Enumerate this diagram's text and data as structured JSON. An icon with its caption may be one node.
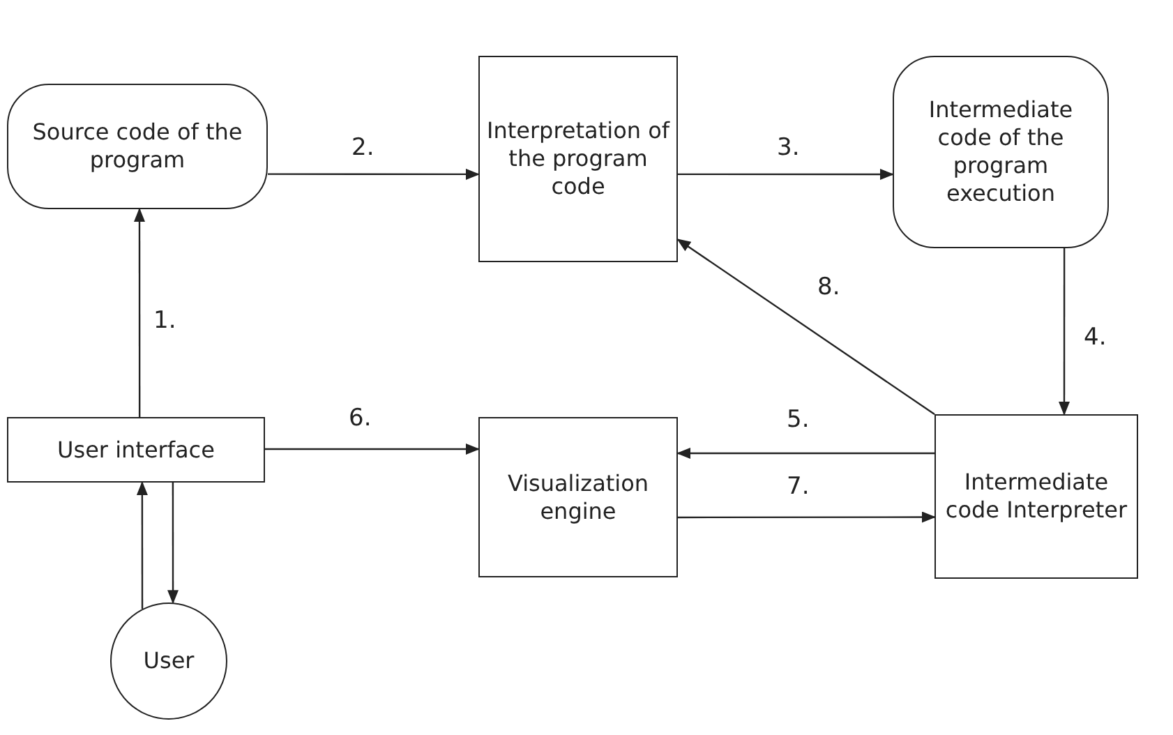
{
  "diagram": {
    "nodes": [
      {
        "text": [
          "Source code of the program"
        ]
      },
      {
        "text": [
          "Interpretation of the program code"
        ]
      },
      {
        "text": [
          "Intermediate code of the program execution"
        ]
      },
      {
        "text": [
          "User interface"
        ]
      },
      {
        "text": [
          "Visualization engine"
        ]
      },
      {
        "text": [
          "Intermediate code Interpreter"
        ]
      },
      {
        "text": [
          "User"
        ]
      }
    ],
    "edges": [
      {
        "from": 3,
        "to": 0,
        "label": "1.",
        "arrow": "to"
      },
      {
        "from": 0,
        "to": 1,
        "label": "2.",
        "arrow": "to"
      },
      {
        "from": 1,
        "to": 2,
        "label": "3.",
        "arrow": "to"
      },
      {
        "from": 2,
        "to": 5,
        "label": "4.",
        "arrow": "to"
      },
      {
        "from": 5,
        "to": 4,
        "label": "5.",
        "arrow": "to"
      },
      {
        "from": 3,
        "to": 4,
        "label": "6.",
        "arrow": "to"
      },
      {
        "from": 4,
        "to": 5,
        "label": "7.",
        "arrow": "to"
      },
      {
        "from": 5,
        "to": 1,
        "label": "8.",
        "arrow": "to"
      },
      {
        "from": 6,
        "to": 3,
        "arrow": "to"
      },
      {
        "from": 3,
        "to": 6,
        "arrow": "to"
      }
    ]
  }
}
